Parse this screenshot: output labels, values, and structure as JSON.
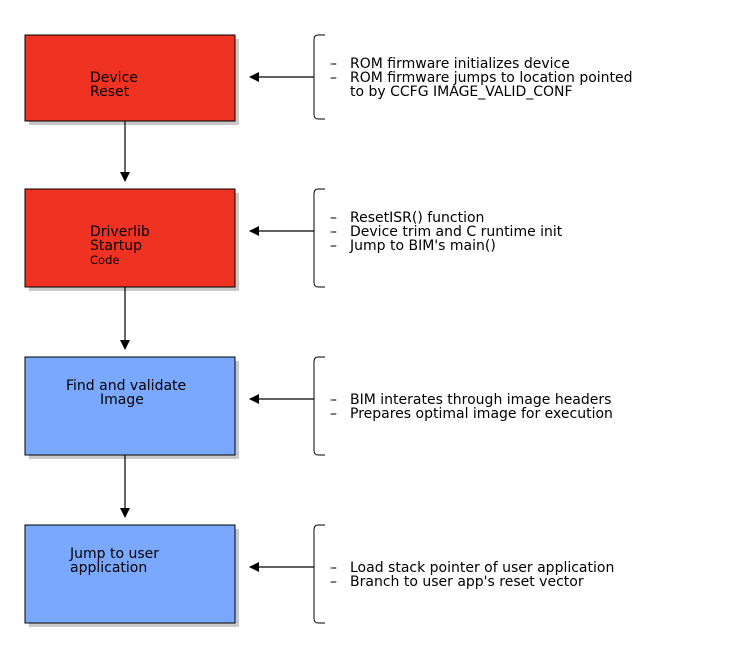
{
  "colors": {
    "red_box": "#f03222",
    "blue_box": "#7ba8ff",
    "stroke": "#000000",
    "shadow": "#c8c8c8"
  },
  "steps": [
    {
      "id": "device-reset",
      "color": "red",
      "lines": [
        "Device",
        "Reset"
      ],
      "notes": [
        "ROM firmware initializes device",
        "ROM firmware jumps to location pointed",
        "to by CCFG IMAGE_VALID_CONF"
      ]
    },
    {
      "id": "driverlib-startup",
      "color": "red",
      "lines": [
        "Driverlib",
        "Startup",
        "Code"
      ],
      "notes": [
        "ResetISR() function",
        "Device trim and C runtime init",
        "Jump to BIM's main()"
      ]
    },
    {
      "id": "find-validate-image",
      "color": "blue",
      "lines": [
        "Find and validate",
        "Image"
      ],
      "notes": [
        "BIM interates through image headers",
        "Prepares optimal image for execution"
      ]
    },
    {
      "id": "jump-to-user-app",
      "color": "blue",
      "lines": [
        "Jump to user",
        "application"
      ],
      "notes": [
        "Load stack pointer of user application",
        "Branch to user app's reset vector"
      ]
    }
  ],
  "bullet_glyph": "–"
}
